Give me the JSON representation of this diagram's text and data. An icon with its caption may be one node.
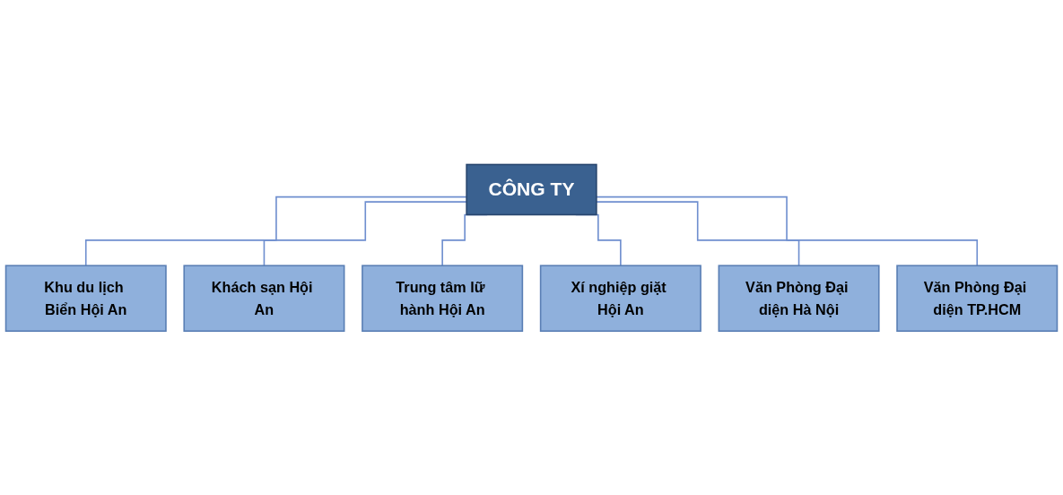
{
  "diagram": {
    "nodes": [
      {
        "text": [
          "CÔNG TY"
        ]
      },
      {
        "text": [
          "Khu du lịch Biển Hội An"
        ]
      },
      {
        "text": [
          "Khách sạn Hội An"
        ]
      },
      {
        "text": [
          "Trung tâm lữ hành Hội An"
        ]
      },
      {
        "text": [
          "Xí nghiệp giặt Hội An"
        ]
      },
      {
        "text": [
          "Văn Phòng Đại diện Hà Nội"
        ]
      },
      {
        "text": [
          "Văn Phòng Đại diện TP.HCM"
        ]
      }
    ],
    "edges": [
      {
        "from": 0,
        "to": 1,
        "arrow": "none"
      },
      {
        "from": 0,
        "to": 2,
        "arrow": "none"
      },
      {
        "from": 0,
        "to": 3,
        "arrow": "none"
      },
      {
        "from": 0,
        "to": 4,
        "arrow": "none"
      },
      {
        "from": 0,
        "to": 5,
        "arrow": "none"
      },
      {
        "from": 0,
        "to": 6,
        "arrow": "none"
      }
    ]
  }
}
